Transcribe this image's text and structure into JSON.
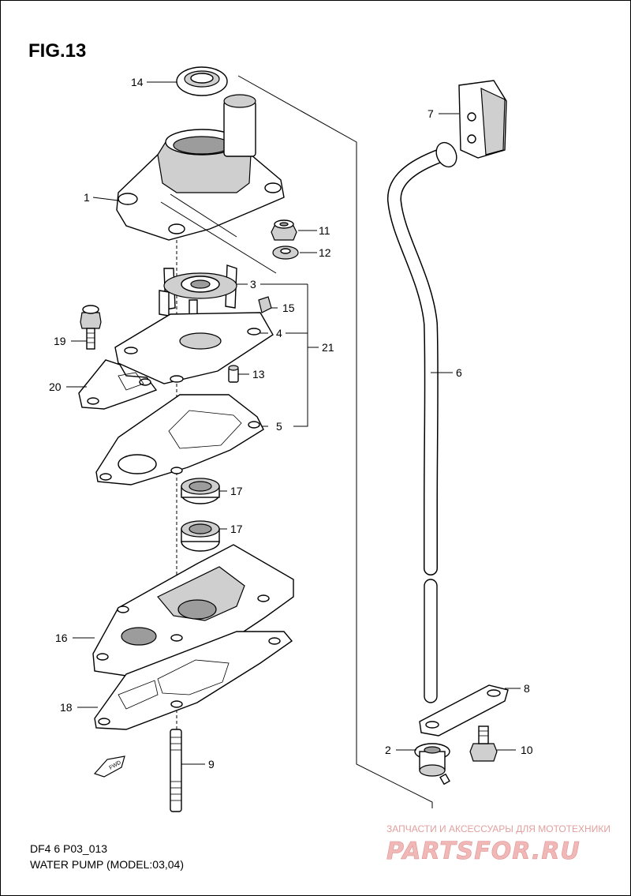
{
  "figure": {
    "title": "FIG.13"
  },
  "callouts": [
    {
      "id": "14",
      "text": "14"
    },
    {
      "id": "1",
      "text": "1"
    },
    {
      "id": "7",
      "text": "7"
    },
    {
      "id": "11",
      "text": "11"
    },
    {
      "id": "12",
      "text": "12"
    },
    {
      "id": "3",
      "text": "3"
    },
    {
      "id": "15",
      "text": "15"
    },
    {
      "id": "19",
      "text": "19"
    },
    {
      "id": "4",
      "text": "4"
    },
    {
      "id": "21",
      "text": "21"
    },
    {
      "id": "20",
      "text": "20"
    },
    {
      "id": "13",
      "text": "13"
    },
    {
      "id": "6",
      "text": "6"
    },
    {
      "id": "5",
      "text": "5"
    },
    {
      "id": "17a",
      "text": "17"
    },
    {
      "id": "17b",
      "text": "17"
    },
    {
      "id": "16",
      "text": "16"
    },
    {
      "id": "8",
      "text": "8"
    },
    {
      "id": "18",
      "text": "18"
    },
    {
      "id": "2",
      "text": "2"
    },
    {
      "id": "10",
      "text": "10"
    },
    {
      "id": "9",
      "text": "9"
    }
  ],
  "direction_marker": {
    "text": "FWD"
  },
  "footer": {
    "model_code": "DF4 6 P03_013",
    "caption": "WATER PUMP (MODEL:03,04)"
  },
  "watermark": {
    "tagline": "ЗАПЧАСТИ И АКСЕССУАРЫ ДЛЯ МОТОТЕХНИКИ",
    "brand": "PARTSFOR.RU"
  }
}
